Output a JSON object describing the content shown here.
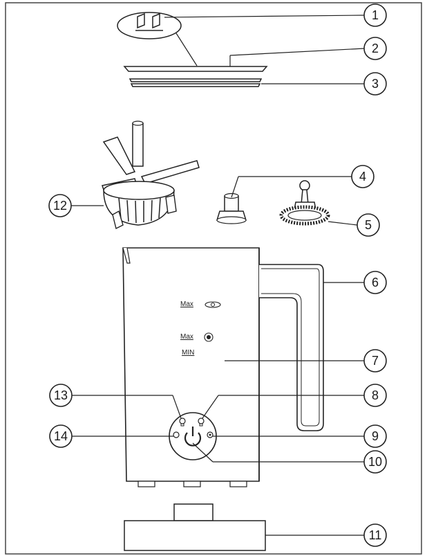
{
  "diagram": {
    "part_numbers": [
      "1",
      "2",
      "3",
      "4",
      "5",
      "6",
      "7",
      "8",
      "9",
      "10",
      "11",
      "12",
      "13",
      "14"
    ],
    "level_marks": {
      "max_foam": "Max",
      "max_milk": "Max",
      "min": "MIN"
    }
  },
  "icons": [
    "power-icon",
    "froth-icon",
    "milk-icon"
  ],
  "colors": {
    "line": "#222222",
    "fill": "#ffffff",
    "frame": "#444444"
  }
}
